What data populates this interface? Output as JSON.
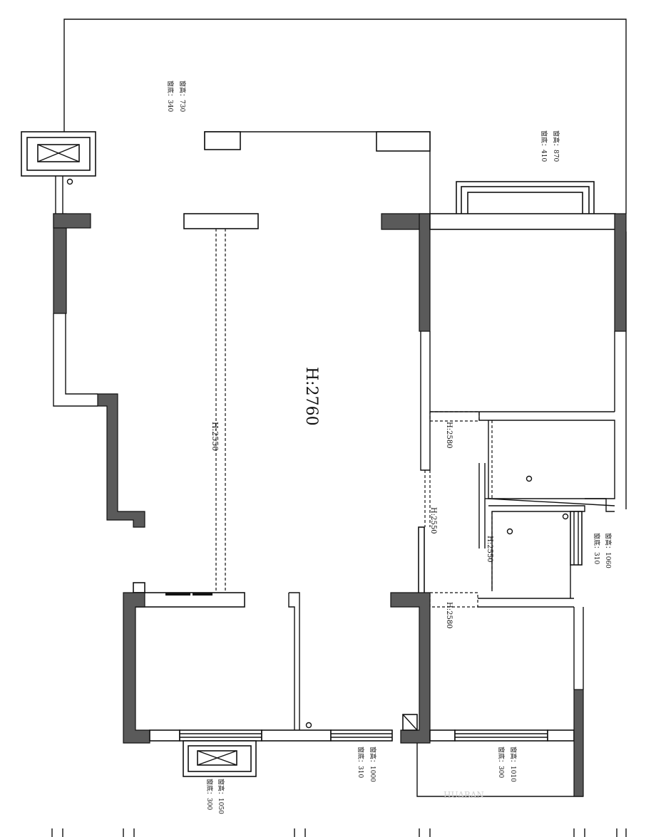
{
  "plan": {
    "main_height": "H:2760",
    "beam_hall": "H:2550",
    "beam_upper": "H:2580",
    "beam_mid": "H:2550",
    "beam_corridor": "H:2550",
    "beam_lower": "H:2580"
  },
  "windows": {
    "top_left": {
      "line1": "窗高：730",
      "line2": "窗底：340"
    },
    "top_right": {
      "line1": "窗高：870",
      "line2": "窗底：410"
    },
    "right_mid": {
      "line1": "窗高：1060",
      "line2": "窗底：310"
    },
    "bottom_mid": {
      "line1": "窗高：1000",
      "line2": "窗底：310"
    },
    "bottom_left": {
      "line1": "窗高：1050",
      "line2": "窗底：300"
    },
    "bottom_right": {
      "line1": "窗高：1010",
      "line2": "窗底：300"
    }
  },
  "watermark": "HUABAN"
}
